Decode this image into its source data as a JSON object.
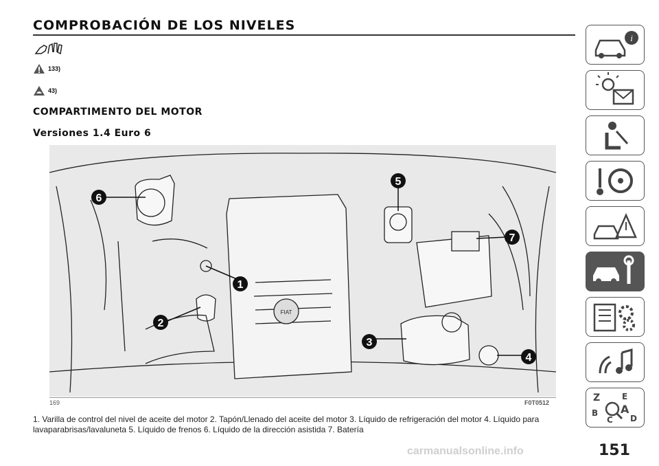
{
  "header": {
    "title": "COMPROBACIÓN DE LOS NIVELES"
  },
  "warnings": [
    {
      "icon": "warning-triangle-icon",
      "ref": "133)"
    },
    {
      "icon": "environment-hand-icon",
      "ref": "43)"
    }
  ],
  "section": {
    "heading": "COMPARTIMENTO DEL MOTOR",
    "subheading": "Versiones 1.4 Euro 6"
  },
  "figure": {
    "number": "169",
    "code": "F0T0512",
    "callouts": [
      "1",
      "2",
      "3",
      "4",
      "5",
      "6",
      "7"
    ],
    "logo_text": "FIAT"
  },
  "caption": "1. Varilla de control del nivel de aceite del motor 2. Tapón/Llenado del aceite del motor 3. Líquido de refrigeración del motor 4. Líquido para lavaparabrisas/lavaluneta 5. Líquido de frenos 6. Líquido de la dirección asistida 7. Batería",
  "page_number": "151",
  "watermark": "carmanualsonline.info",
  "side_tabs": [
    {
      "icon": "car-info-icon",
      "active": false
    },
    {
      "icon": "lights-message-icon",
      "active": false
    },
    {
      "icon": "seat-airbag-icon",
      "active": false
    },
    {
      "icon": "key-steering-wheel-icon",
      "active": false
    },
    {
      "icon": "car-emergency-icon",
      "active": false
    },
    {
      "icon": "car-maintenance-icon",
      "active": true
    },
    {
      "icon": "technical-data-gears-icon",
      "active": false
    },
    {
      "icon": "multimedia-icon",
      "active": false
    },
    {
      "icon": "alphabetical-index-icon",
      "active": false
    }
  ],
  "colors": {
    "text": "#111111",
    "tab_border": "#555555",
    "active_tab": "#555555",
    "figure_bg": "#e9e9e9"
  }
}
